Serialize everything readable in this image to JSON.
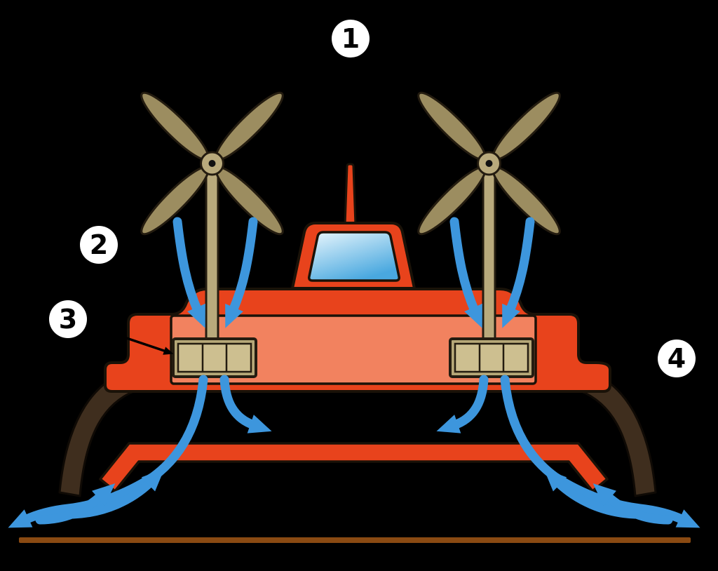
{
  "diagram": {
    "labels": {
      "l1": "1",
      "l2": "2",
      "l3": "3",
      "l4": "4"
    },
    "colors": {
      "background": "#000000",
      "hull": "#e8431c",
      "hull_inner": "#f2825f",
      "propeller": "#9c8d60",
      "mast": "#b9aa7c",
      "fan_box": "#b6a878",
      "fan_slats": "#cdbf90",
      "skirt": "#3f2e1e",
      "airflow": "#3d96dd",
      "window_top": "#eaf7fd",
      "window_bottom": "#49a8df",
      "ground": "#8a4a12",
      "outline": "#1a1208",
      "label_bg": "#ffffff",
      "label_text": "#000000"
    }
  }
}
